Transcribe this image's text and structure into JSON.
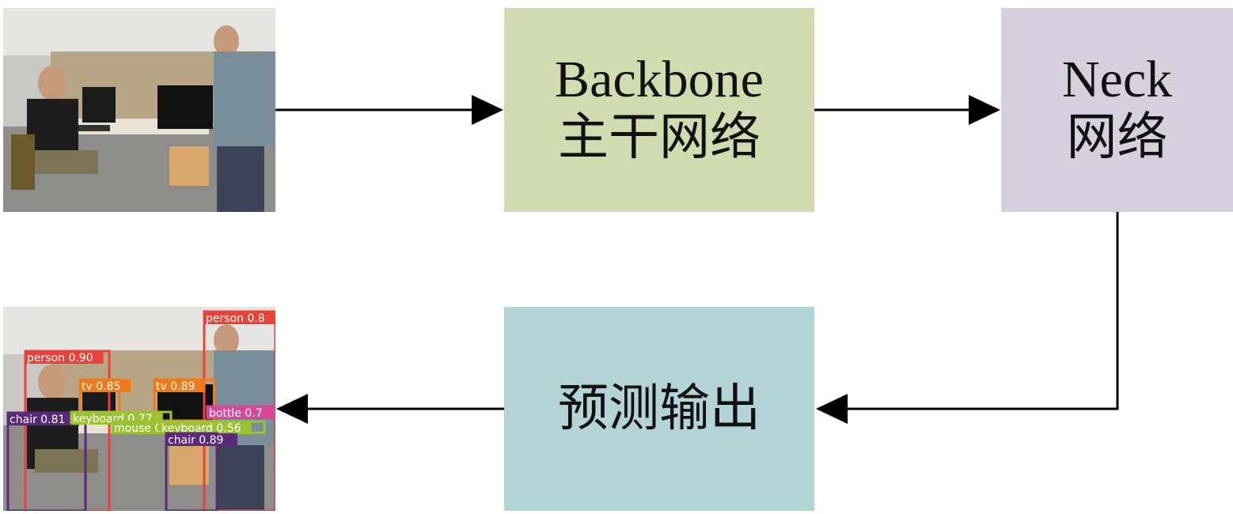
{
  "diagram": {
    "input_image": {
      "caption": ""
    },
    "backbone": {
      "line1": "Backbone",
      "line2": "主干网络",
      "color": "#d0dbb0"
    },
    "neck": {
      "line1": "Neck",
      "line2": "网络",
      "color": "#d6cfdd"
    },
    "prediction": {
      "label": "预测输出",
      "color": "#b3d3d6"
    },
    "output_image": {
      "detections": [
        {
          "label": "person 0.8",
          "color": "#e8433a"
        },
        {
          "label": "person 0.90",
          "color": "#e8433a"
        },
        {
          "label": "tv 0.85",
          "color": "#f07a1a"
        },
        {
          "label": "tv 0.89",
          "color": "#f07a1a"
        },
        {
          "label": "bottle 0.7",
          "color": "#d9479a"
        },
        {
          "label": "chair 0.81",
          "color": "#5c2a7a"
        },
        {
          "label": "keyboard 0.77",
          "color": "#9bc233"
        },
        {
          "label": "mouse 0.85",
          "color": "#9bc233"
        },
        {
          "label": "keyboard 0.56",
          "color": "#9bc233"
        },
        {
          "label": "chair 0.89",
          "color": "#5c2a7a"
        }
      ]
    }
  }
}
